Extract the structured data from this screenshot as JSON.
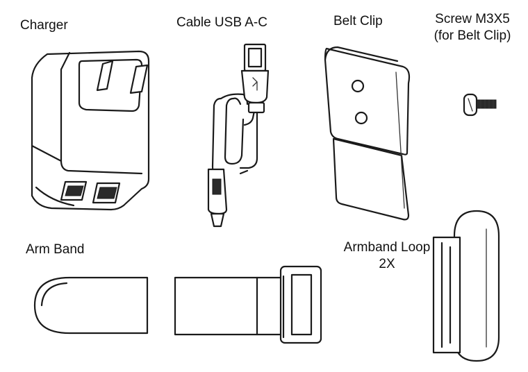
{
  "sheet": {
    "labels": {
      "charger": "Charger",
      "cable": "Cable USB A-C",
      "belt_clip": "Belt Clip",
      "screw_line1": "Screw M3X5",
      "screw_line2": "(for Belt Clip)",
      "arm_band": "Arm Band",
      "armband_loop_line1": "Armband Loop",
      "armband_loop_line2": "2X"
    },
    "icons": {
      "charger": "charger-icon",
      "cable": "usb-cable-icon",
      "belt_clip": "belt-clip-icon",
      "screw": "screw-icon",
      "arm_band": "arm-band-icon",
      "armband_loop": "armband-loop-icon"
    }
  }
}
